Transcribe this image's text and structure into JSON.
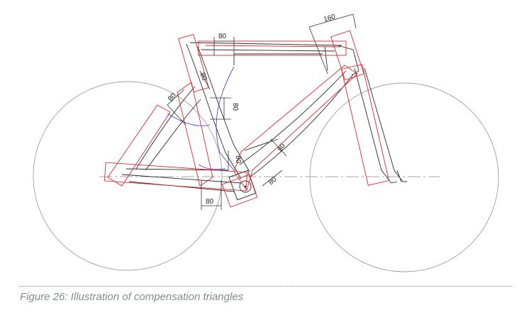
{
  "caption": "Figure 26: Illustration of compensation triangles",
  "dimensions": {
    "fork_length": "160",
    "top_tube_width": "80",
    "seat_upper": "80",
    "seat_stay_width": "80",
    "seat_mid": "80",
    "seat_lower": "80",
    "down_tube": "80",
    "bottom_bracket": "80",
    "chainstay": "80"
  },
  "colors": {
    "frame": "#2b2b2b",
    "wheel": "#9a9a9a",
    "compensation": "#e0262b",
    "centerline": "#3c3cc8",
    "axis": "#888888",
    "caption": "#7f8c96"
  }
}
